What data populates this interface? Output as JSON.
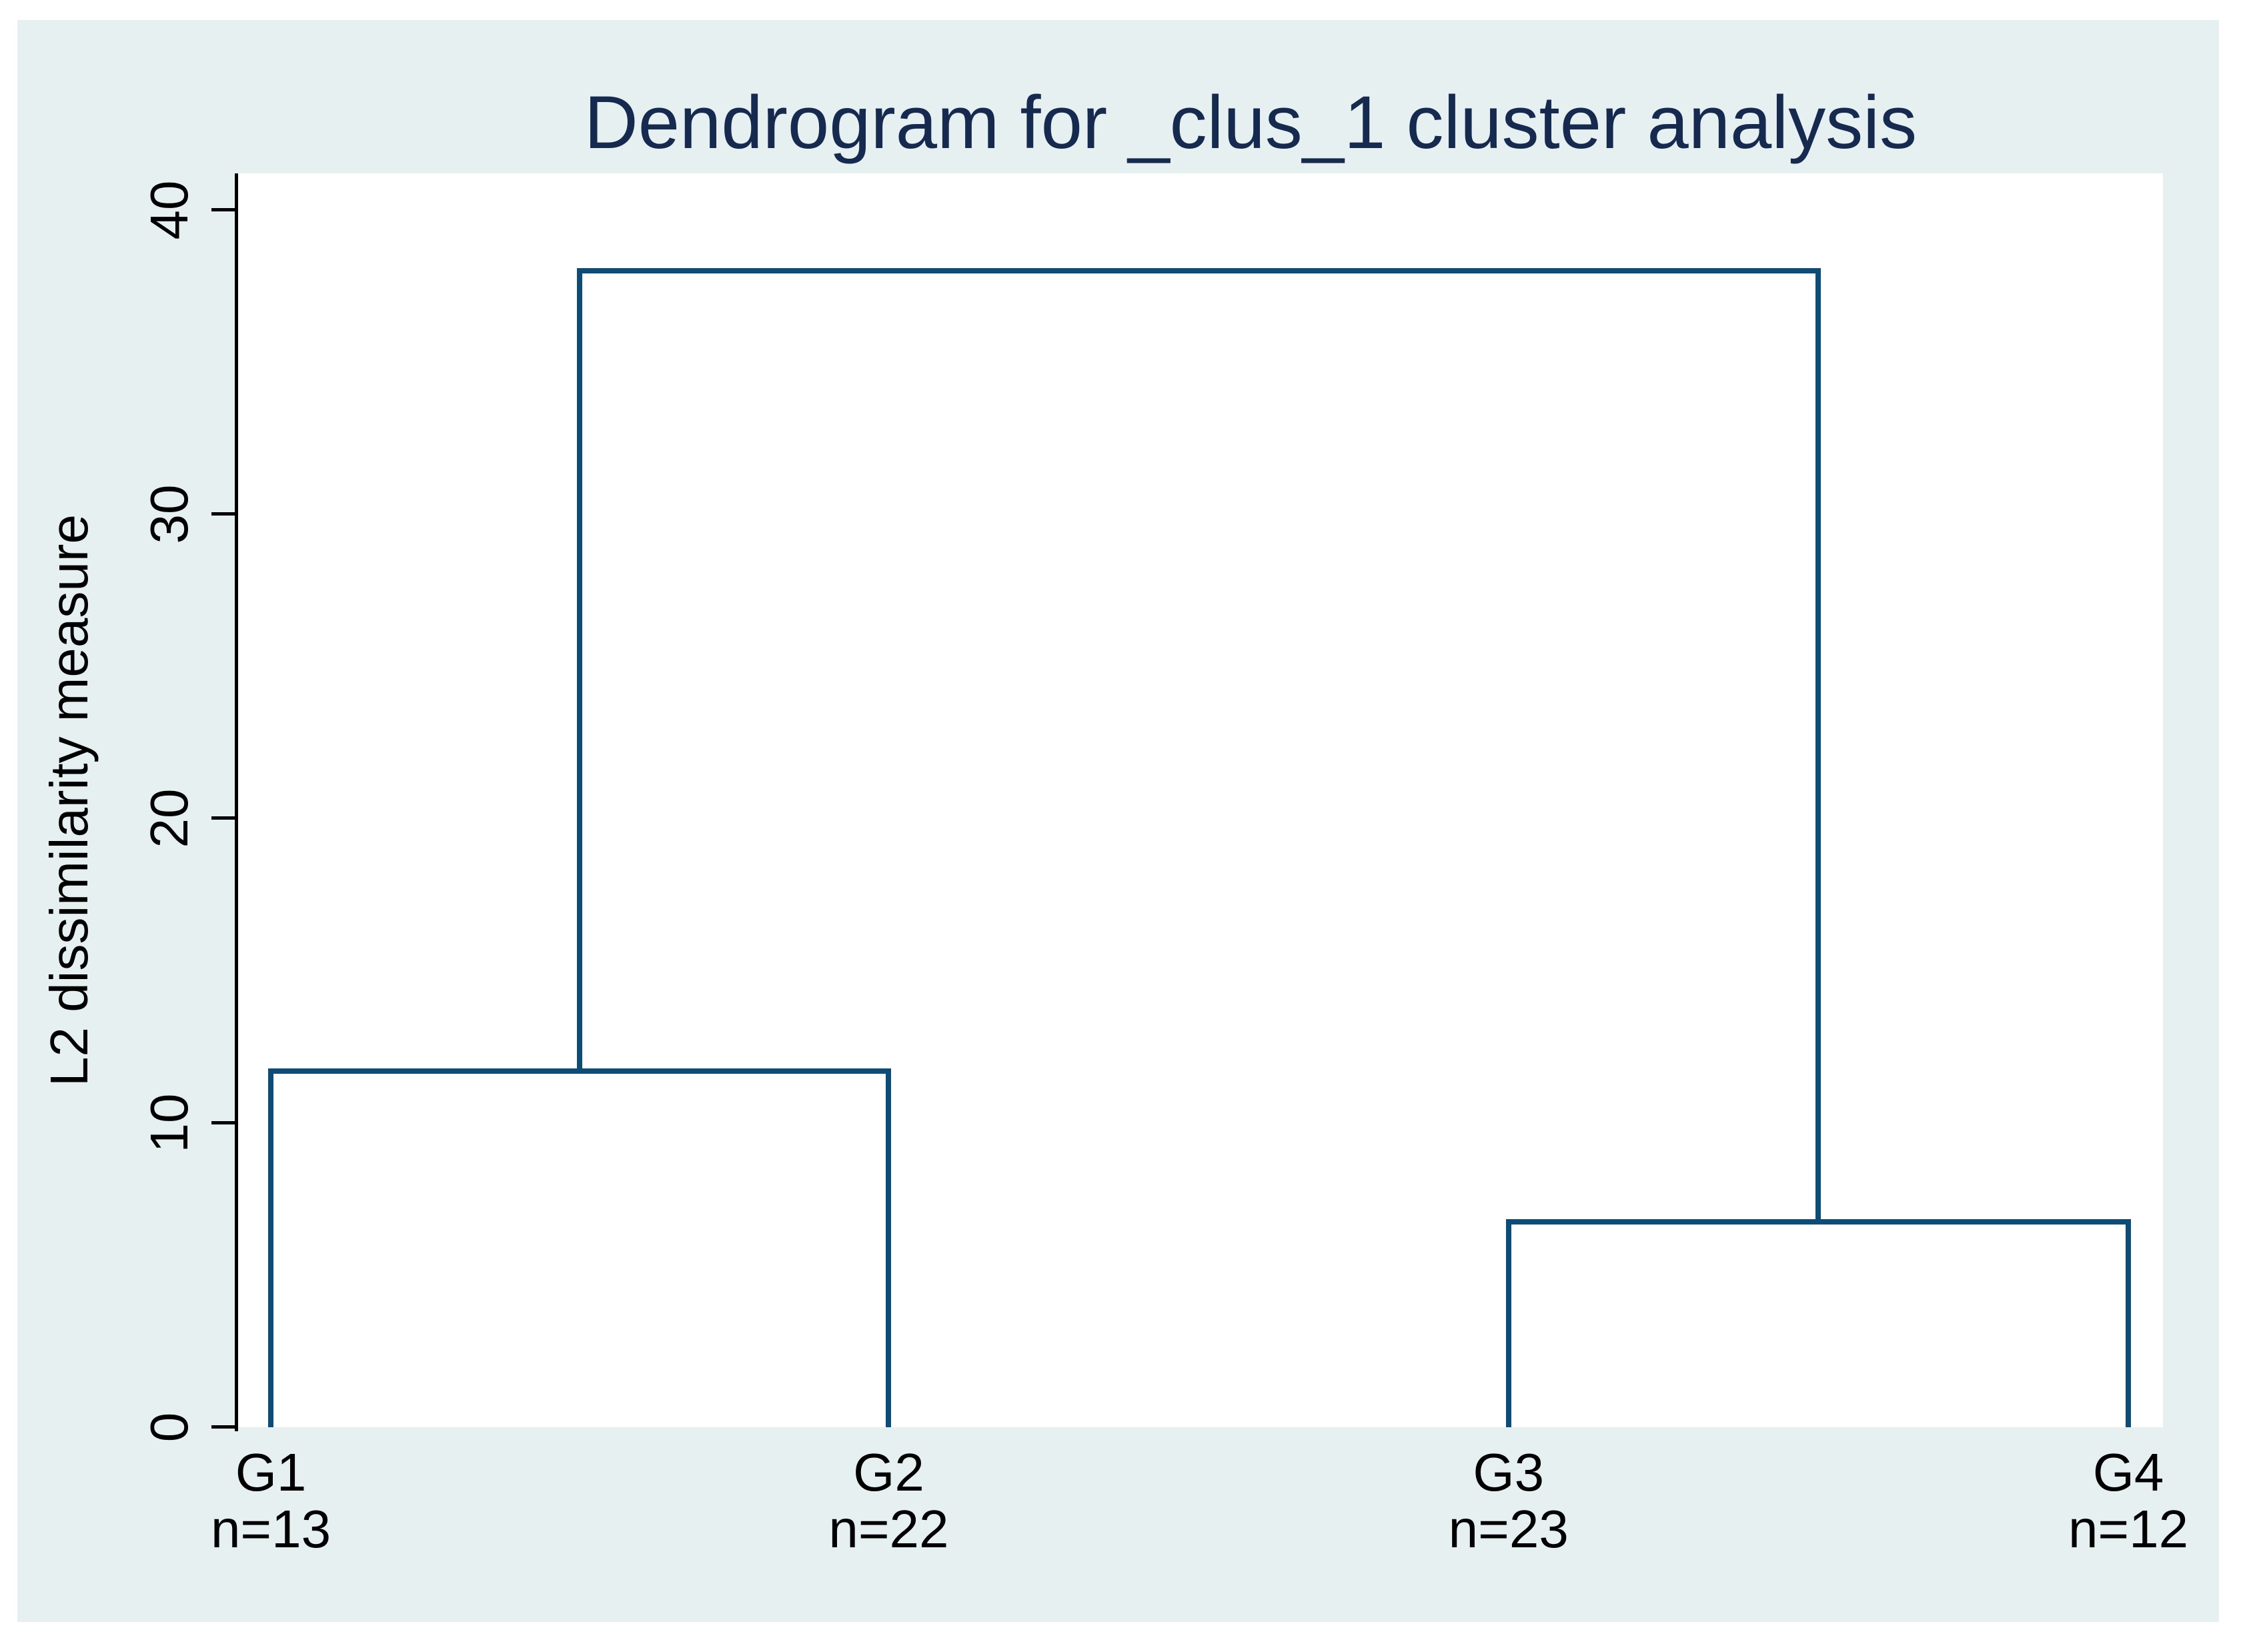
{
  "colors": {
    "page": "#FFFFFF",
    "canvas": "#E6F0F0",
    "plot": "#FFFFFF",
    "axis": "#000000",
    "line": "#0D4C77",
    "title": "#152A4E"
  },
  "chart_data": {
    "type": "dendrogram",
    "title": "Dendrogram for _clus_1 cluster analysis",
    "ylabel": "L2 dissimilarity measure",
    "y_axis": {
      "ticks": [
        0,
        10,
        20,
        30,
        40
      ],
      "range": [
        0,
        41.2
      ],
      "grid": false
    },
    "leaves": [
      {
        "label": "G1",
        "size_label": "n=13",
        "n": 13,
        "x_frac": 0.017
      },
      {
        "label": "G2",
        "size_label": "n=22",
        "n": 22,
        "x_frac": 0.338
      },
      {
        "label": "G3",
        "size_label": "n=23",
        "n": 23,
        "x_frac": 0.66
      },
      {
        "label": "G4",
        "size_label": "n=12",
        "n": 12,
        "x_frac": 0.982
      }
    ],
    "merges": [
      {
        "id": "merge-g1-g2",
        "left": {
          "type": "leaf",
          "index": 0
        },
        "right": {
          "type": "leaf",
          "index": 1
        },
        "height": 11.7
      },
      {
        "id": "merge-g3-g4",
        "left": {
          "type": "leaf",
          "index": 2
        },
        "right": {
          "type": "leaf",
          "index": 3
        },
        "height": 6.75
      },
      {
        "id": "merge-root",
        "left": {
          "type": "merge",
          "index": 0
        },
        "right": {
          "type": "merge",
          "index": 1
        },
        "height": 38.0
      }
    ]
  }
}
